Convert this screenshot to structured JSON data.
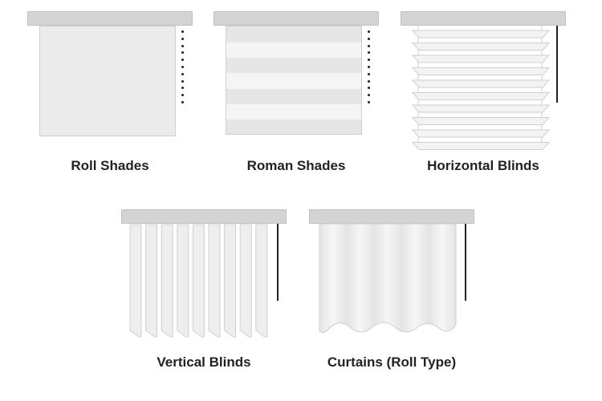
{
  "items": [
    {
      "label": "Roll Shades"
    },
    {
      "label": "Roman Shades"
    },
    {
      "label": "Horizontal Blinds"
    },
    {
      "label": "Vertical Blinds"
    },
    {
      "label": "Curtains (Roll Type)"
    }
  ],
  "colors": {
    "rail": "#d4d4d4",
    "fabric": "#ebebeb",
    "fabric_light": "#f5f5f5",
    "cord": "#222222",
    "text": "#222222"
  }
}
